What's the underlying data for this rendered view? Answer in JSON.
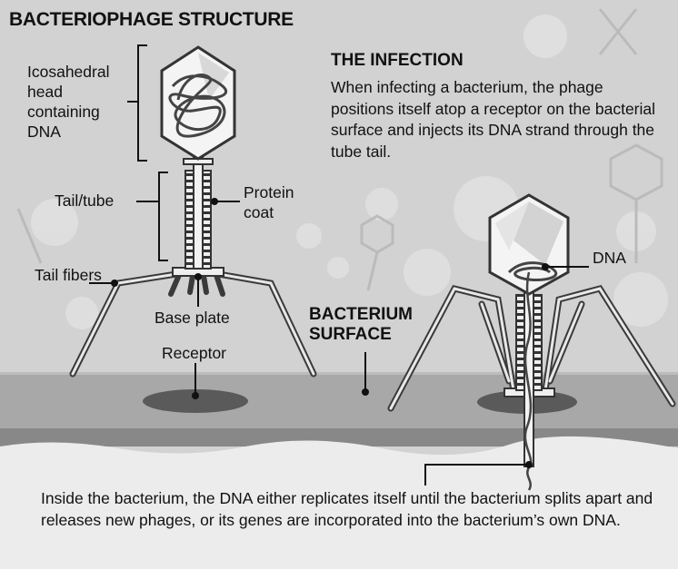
{
  "title": "BACTERIOPHAGE STRUCTURE",
  "infection": {
    "heading": "THE INFECTION",
    "body": "When infecting a bacterium, the phage positions itself atop a receptor on the bacterial surface and injects its DNA strand through the tube tail."
  },
  "labels": {
    "head": "Icosahedral head containing DNA",
    "tail": "Tail/tube",
    "coat": "Protein coat",
    "fibers": "Tail fibers",
    "base_plate": "Base plate",
    "receptor": "Receptor",
    "dna": "DNA",
    "surface": "BACTERIUM SURFACE"
  },
  "bottom_text": "Inside the bacterium, the DNA either replicates itself until the bacterium splits apart and releases new phages, or its genes are incorporated into the bacterium’s own DNA.",
  "colors": {
    "background": "#d3d3d3",
    "surface": "#a9a9a9",
    "interior": "#ebebeb",
    "ink": "#111111"
  }
}
